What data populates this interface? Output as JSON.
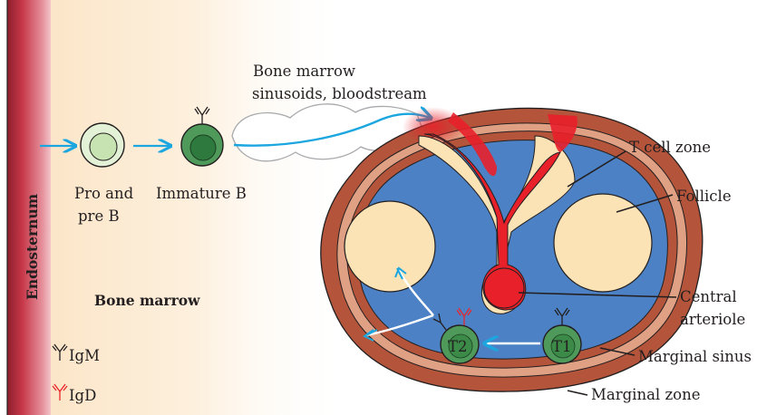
{
  "labels": {
    "endosteum": "Endosternum",
    "bone_marrow": "Bone marrow",
    "sinusoids_line1": "Bone marrow",
    "sinusoids_line2": "sinusoids, bloodstream",
    "pro_pre_line1": "Pro and",
    "pro_pre_line2": "pre B",
    "immature_b": "Immature B",
    "t_cell_zone": "T cell zone",
    "follicle": "Follicle",
    "central_line1": "Central",
    "central_line2": "arteriole",
    "marginal_sinus": "Marginal sinus",
    "marginal_zone": "Marginal zone",
    "t1": "T1",
    "t2": "T2"
  },
  "legend": [
    {
      "label": "IgM",
      "color": "#231f20"
    },
    {
      "label": "IgD",
      "color": "#e8252a"
    }
  ],
  "colors": {
    "endosteum": "#c0313f",
    "marrow_fill": "#fbe5c8",
    "arrow": "#1ca6e0",
    "spleen_outer": "#b5553a",
    "spleen_blue": "#4c82c5",
    "follicle": "#fbe3b6",
    "arteriole": "#e8202a",
    "cell_green": "#4f9a5a",
    "cell_light": "#d9ecc9"
  }
}
